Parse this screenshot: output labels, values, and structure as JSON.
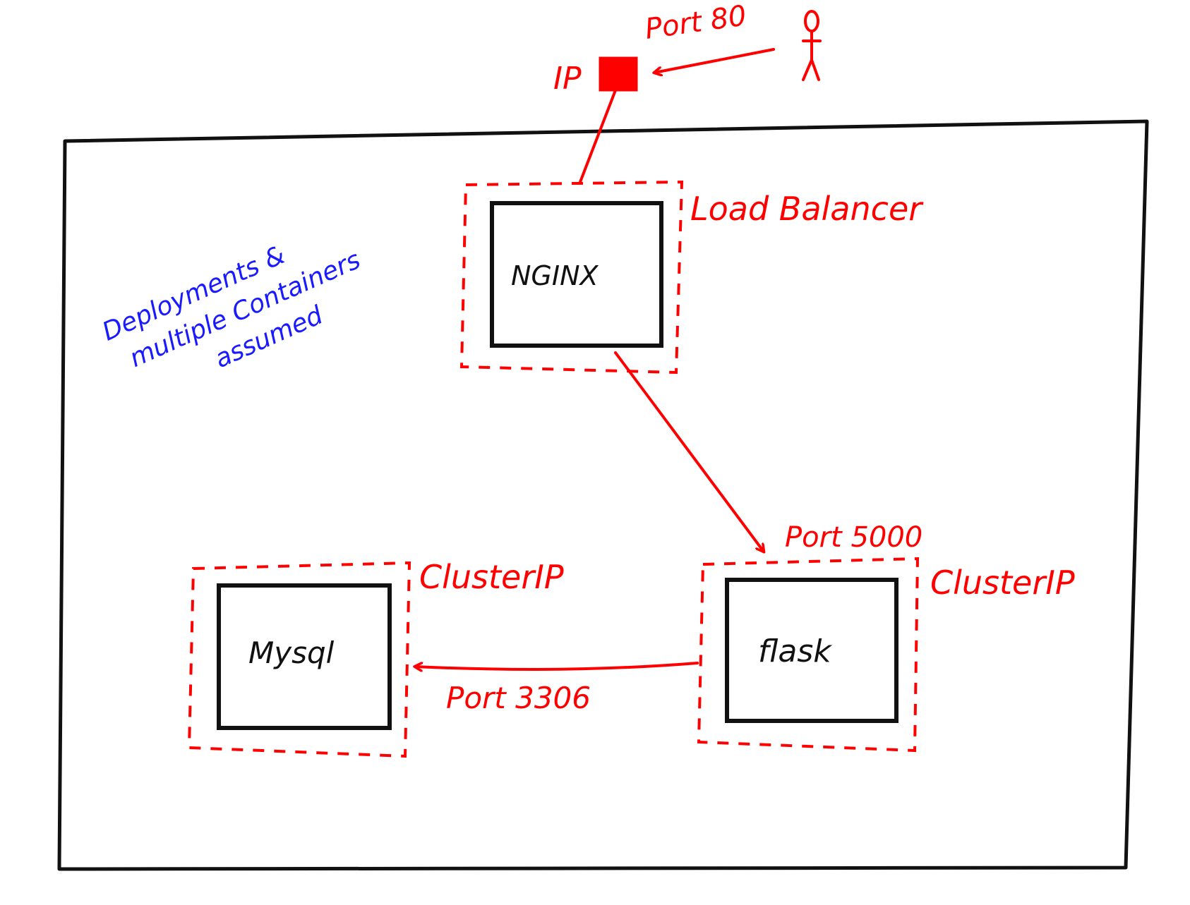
{
  "colors": {
    "ink": "#111111",
    "accent": "#ff0000",
    "note": "#1a1aff"
  },
  "external": {
    "user_icon": "stick-figure-user-icon",
    "ip_label": "IP",
    "port_label": "Port 80"
  },
  "nodes": {
    "nginx": {
      "label": "NGINX",
      "service_label": "Load Balancer"
    },
    "flask": {
      "label": "flask",
      "service_label": "ClusterIP",
      "port_label": "Port 5000"
    },
    "mysql": {
      "label": "Mysql",
      "service_label": "ClusterIP"
    }
  },
  "edges": {
    "flask_to_mysql_label": "Port 3306"
  },
  "note": {
    "line1": "Deployments &",
    "line2": "multiple Containers",
    "line3": "assumed"
  }
}
